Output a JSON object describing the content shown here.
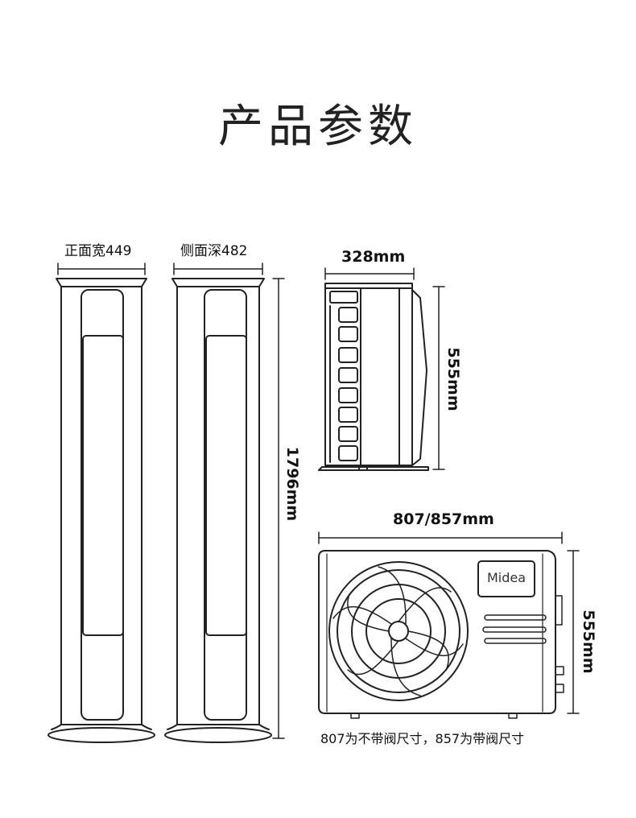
{
  "title": "产品参数",
  "indoor": {
    "front_width_label": "正面宽449",
    "side_depth_label": "侧面深482",
    "height_label": "1796mm"
  },
  "outdoor_side": {
    "width_label": "328mm",
    "height_label": "555mm"
  },
  "outdoor_front": {
    "width_label": "807/857mm",
    "height_label": "555mm",
    "brand": "Midea",
    "note": "807为不带阀尺寸，857为带阀尺寸"
  }
}
